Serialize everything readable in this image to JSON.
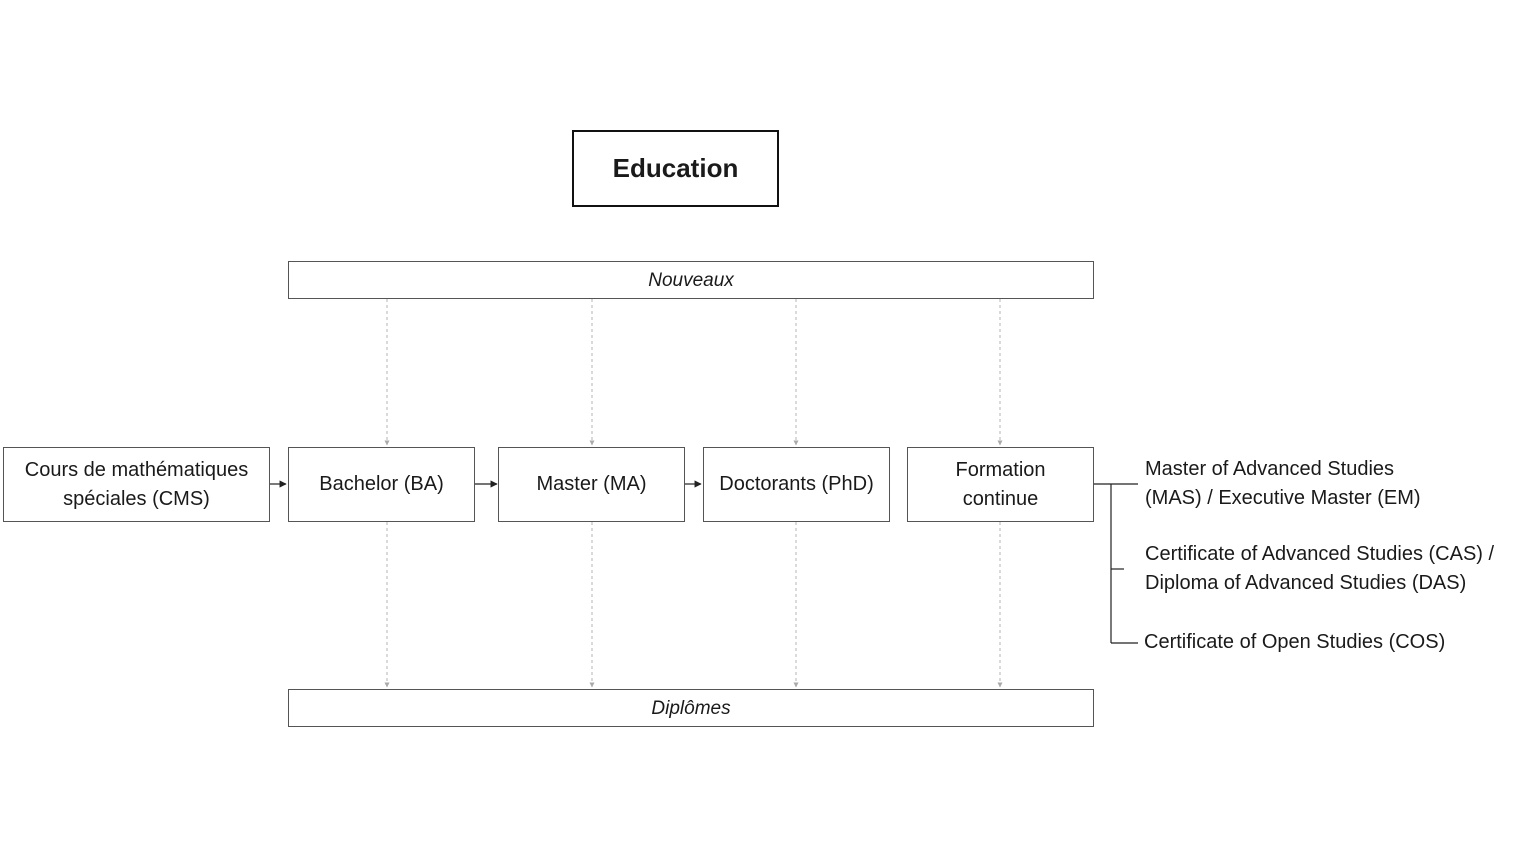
{
  "title": "Education",
  "top_bar": "Nouveaux",
  "bottom_bar": "Diplômes",
  "programs": {
    "cms": "Cours de mathématiques spéciales (CMS)",
    "ba": "Bachelor (BA)",
    "ma": "Master (MA)",
    "phd": "Doctorants (PhD)",
    "fc": "Formation continue"
  },
  "continuing_education": {
    "mas_line1": "Master of Advanced Studies",
    "mas_line2": "(MAS) / Executive Master (EM)",
    "cas_line1": "Certificate of Advanced Studies (CAS) /",
    "cas_line2": "Diploma of Advanced Studies (DAS)",
    "cos": "Certificate of Open Studies (COS)"
  }
}
